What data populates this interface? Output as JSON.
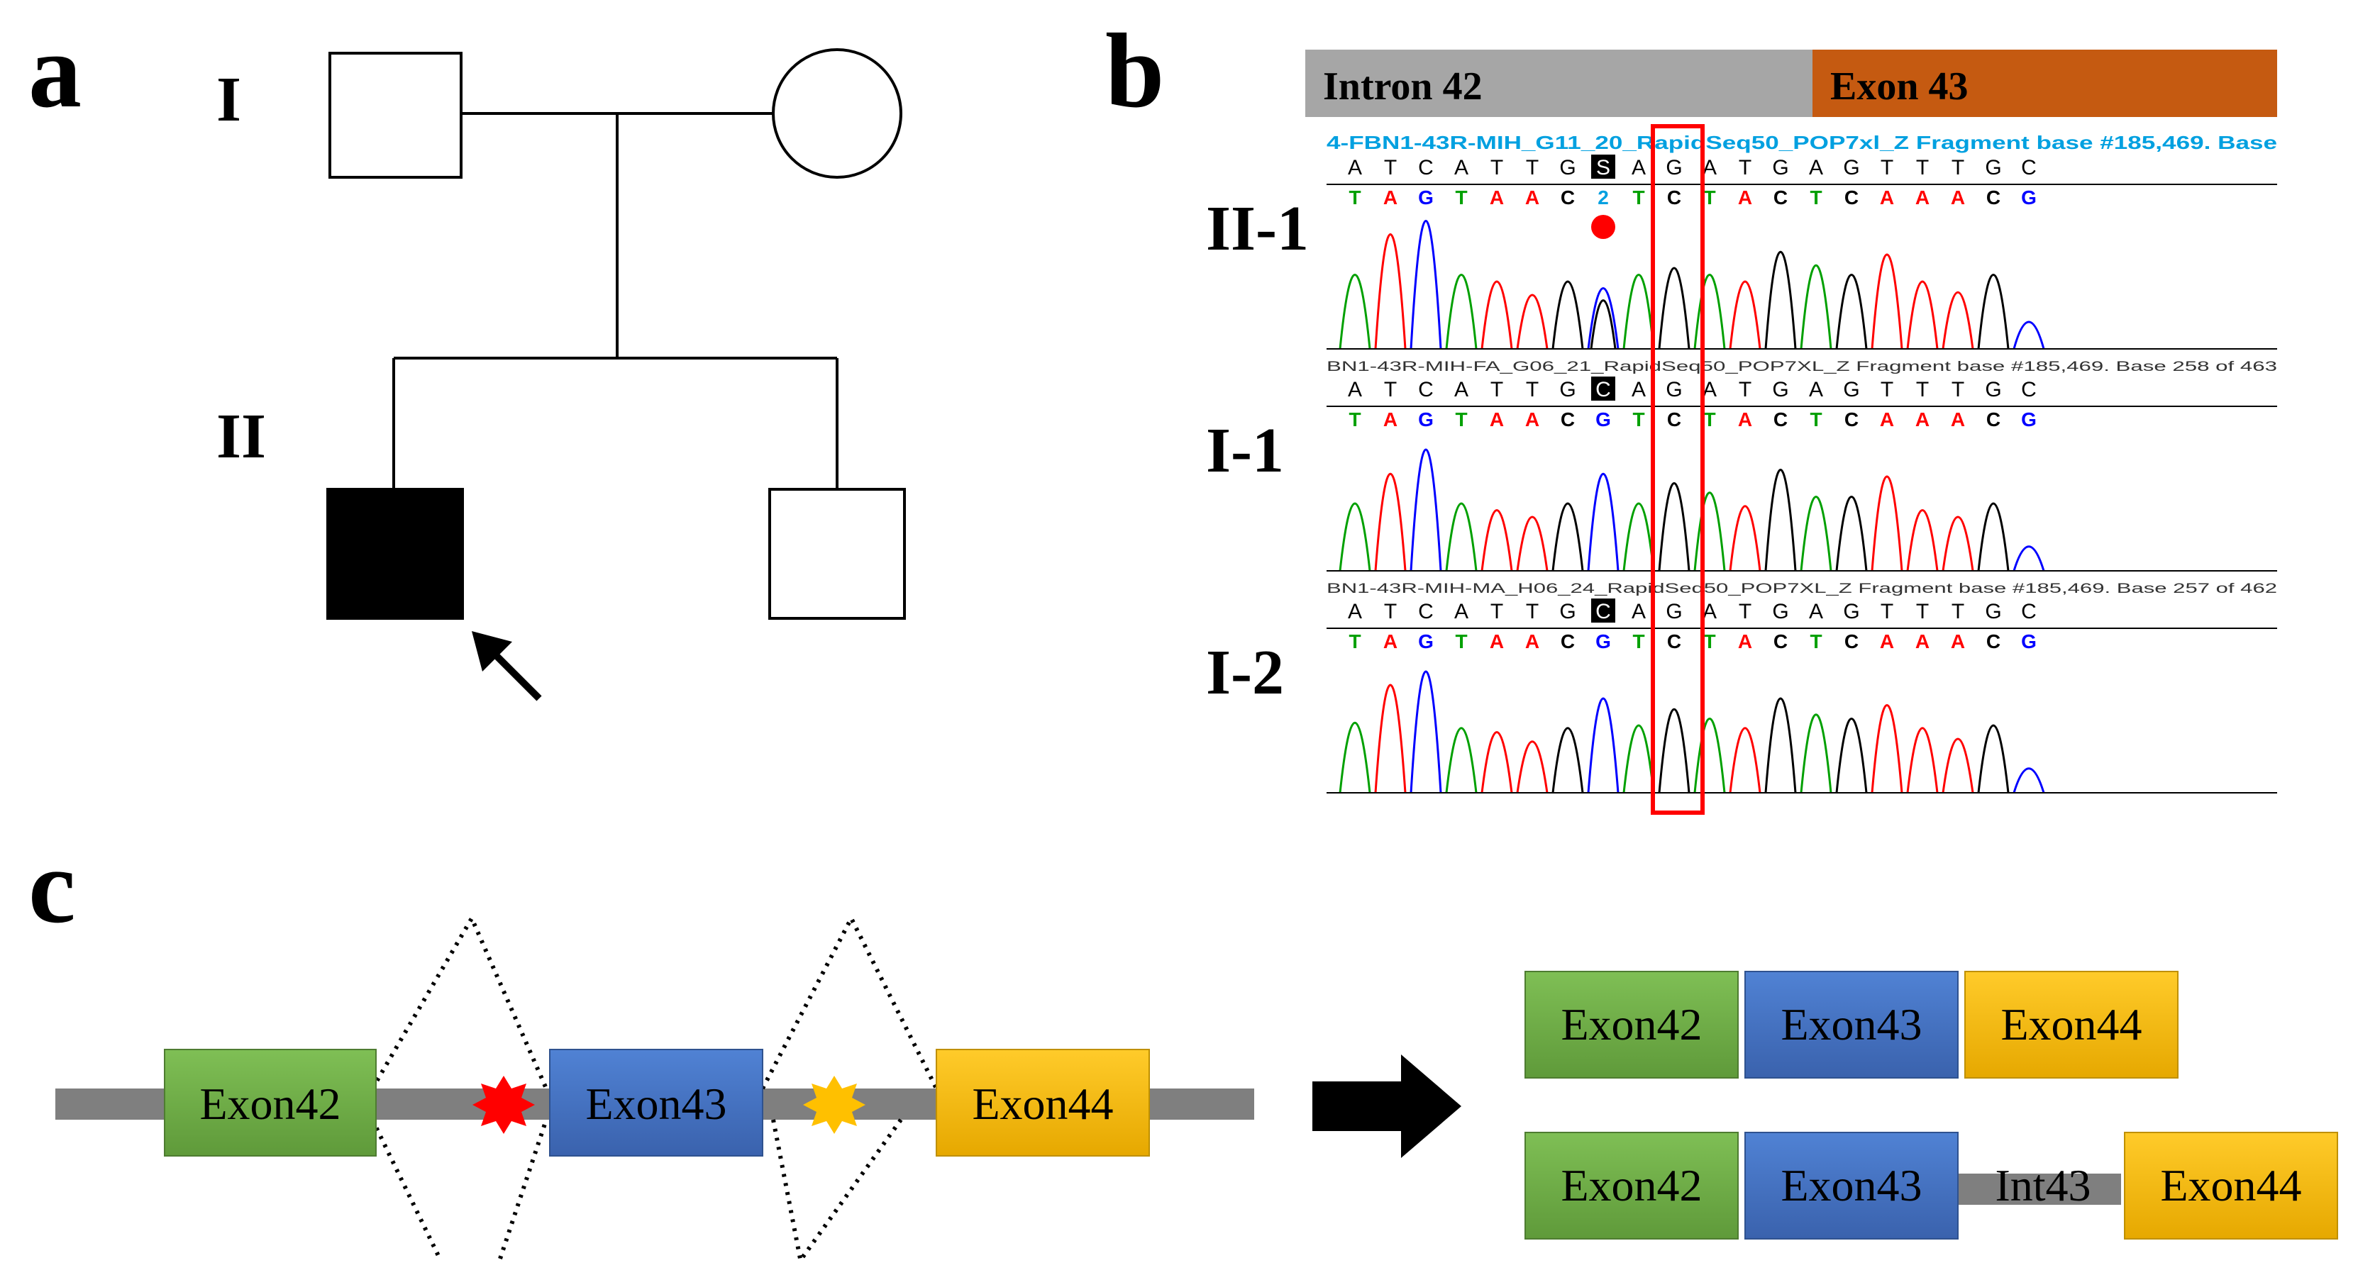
{
  "panels": {
    "a": "a",
    "b": "b",
    "c": "c"
  },
  "pedigree": {
    "generation_1": "I",
    "generation_2": "II",
    "proband_indicator": "arrow"
  },
  "sequencing": {
    "region_left": "Intron 42",
    "region_right": "Exon 43",
    "tracks": [
      {
        "label": "II-1",
        "header": "4-FBN1-43R-MIH_G11_20_RapidSeq50_POP7xl_Z Fragment base #185,469. Base",
        "bases": [
          "A",
          "T",
          "C",
          "A",
          "T",
          "T",
          "G",
          "S",
          "A",
          "G",
          "A",
          "T",
          "G",
          "A",
          "G",
          "T",
          "T",
          "T",
          "G",
          "C"
        ],
        "highlight": "S",
        "variant_marker": true
      },
      {
        "label": "I-1",
        "header": "BN1-43R-MIH-FA_G06_21_RapidSeq50_POP7XL_Z Fragment base #185,469. Base 258 of 463",
        "bases": [
          "A",
          "T",
          "C",
          "A",
          "T",
          "T",
          "G",
          "C",
          "A",
          "G",
          "A",
          "T",
          "G",
          "A",
          "G",
          "T",
          "T",
          "T",
          "G",
          "C"
        ],
        "highlight": "C",
        "variant_marker": false
      },
      {
        "label": "I-2",
        "header": "BN1-43R-MIH-MA_H06_24_RapidSeq50_POP7XL_Z Fragment base #185,469. Base 257 of 462",
        "bases": [
          "A",
          "T",
          "C",
          "A",
          "T",
          "T",
          "G",
          "C",
          "A",
          "G",
          "A",
          "T",
          "G",
          "A",
          "G",
          "T",
          "T",
          "T",
          "G",
          "C"
        ],
        "highlight": "C",
        "variant_marker": false
      }
    ]
  },
  "splicing": {
    "exons": [
      "Exon42",
      "Exon43",
      "Exon44"
    ],
    "products": {
      "normal": [
        "Exon42",
        "Exon43",
        "Exon44"
      ],
      "aberrant": [
        "Exon42",
        "Exon43",
        "Int43",
        "Exon44"
      ]
    }
  },
  "colors": {
    "exon42": "#70ad47",
    "exon43": "#4472c4",
    "exon44": "#ffc000",
    "intron_bar": "#a6a6a6",
    "exon_bar": "#c55a11",
    "variant_red": "#ff0000",
    "variant_yellow": "#ffc000",
    "trace_A": "#00a000",
    "trace_C": "#0000ff",
    "trace_G": "#000000",
    "trace_T": "#ff0000"
  }
}
